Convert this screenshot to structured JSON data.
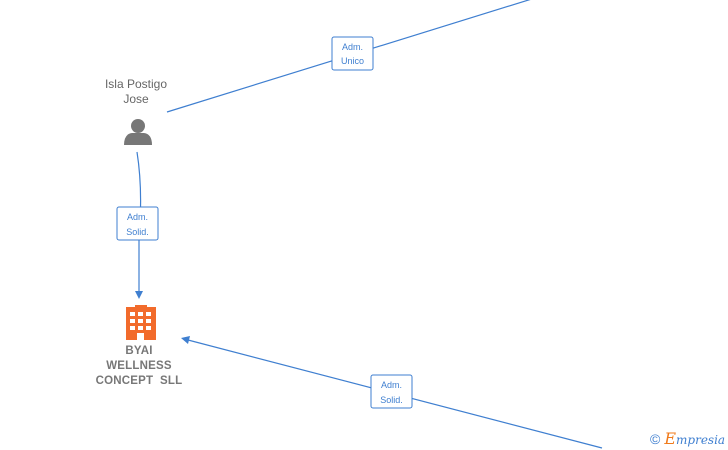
{
  "nodes": {
    "person": {
      "name_line1": "Isla Postigo",
      "name_line2": "Jose",
      "icon": "person-icon"
    },
    "company": {
      "name_line1": "BYAI",
      "name_line2": "WELLNESS",
      "name_line3": "CONCEPT  SLL",
      "icon": "building-icon"
    }
  },
  "edges": {
    "top": {
      "line1": "Adm.",
      "line2": "Unico"
    },
    "left": {
      "line1": "Adm.",
      "line2": "Solid."
    },
    "bottom": {
      "line1": "Adm.",
      "line2": "Solid."
    }
  },
  "colors": {
    "edge": "#3f7fd0",
    "company_icon": "#f26b2b",
    "person_icon": "#777777"
  },
  "watermark": {
    "copyright": "©",
    "brand_initial": "E",
    "brand_rest": "mpresia"
  }
}
